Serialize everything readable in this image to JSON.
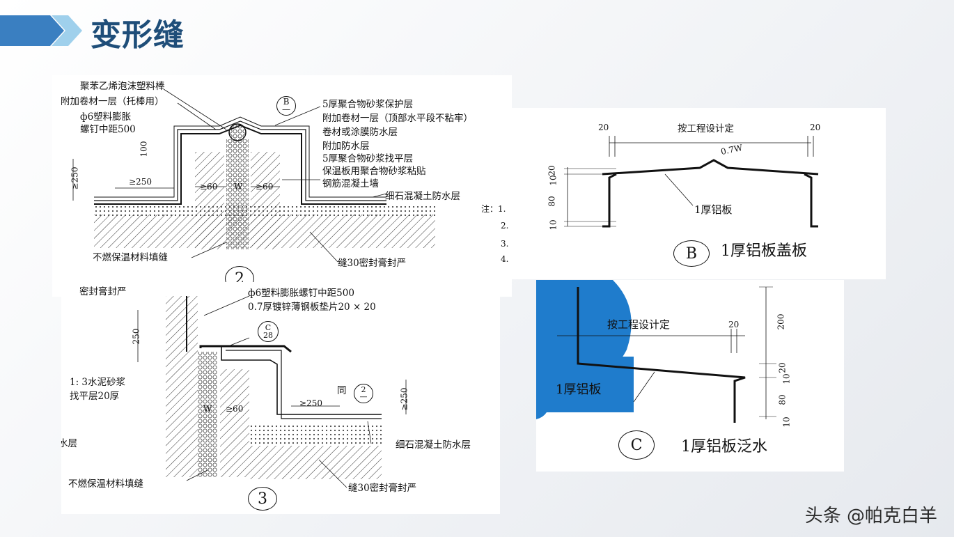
{
  "slide": {
    "title": "变形缝",
    "watermark": "头条 @帕克白羊"
  },
  "detail2": {
    "number": "2",
    "ref_letter": "B",
    "ref_bar": "—",
    "labels": {
      "polystyrene_rod": "聚苯乙烯泡沫塑料棒",
      "additional_membrane": "附加卷材一层（托棒用）",
      "plastic_bolt_a": "ф6塑料膨胀",
      "plastic_bolt_b": "螺钉中距500",
      "mortar_protect": "5厚聚合物砂浆保护层",
      "extra_membrane_top": "附加卷材一层（顶部水平段不粘牢）",
      "membrane_or_coating": "卷材或涂膜防水层",
      "extra_waterproof": "附加防水层",
      "mortar_level": "5厚聚合物砂浆找平层",
      "insulation_bond": "保温板用聚合物砂浆粘贴",
      "rc_wall": "钢筋混凝土墙",
      "fine_concrete": "细石混凝土防水层",
      "noncombust_fill": "不燃保温材料填缝",
      "seal": "缝30密封膏封严",
      "note_head": "注：1.",
      "note2": "2.",
      "note3": "3.",
      "note4": "4."
    },
    "dims": {
      "d100": "100",
      "d250v": "≥250",
      "d250h": "≥250",
      "d60a": "≥60",
      "w": "W",
      "d60b": "≥60"
    }
  },
  "detailB": {
    "letter": "B",
    "caption": "1厚铝板盖板",
    "labels": {
      "per_design": "按工程设计定",
      "aluminum": "1厚铝板",
      "slope": "0.7W"
    },
    "dims": {
      "d20l": "20",
      "d20r": "20",
      "v20": "20",
      "v10a": "10",
      "v80": "80",
      "v10b": "10"
    }
  },
  "detail3": {
    "number": "3",
    "ref_letter": "C",
    "ref_num": "28",
    "ref2_num": "2",
    "ref2_bar": "—",
    "labels": {
      "seal_top": "密封膏封严",
      "plastic_bolt": "ф6塑料膨胀螺钉中距500",
      "galv_plate": "0.7厚镀锌薄钢板垫片20 × 20",
      "cement_mortar_a": "1: 3水泥砂浆",
      "cement_mortar_b": "找平层20厚",
      "same": "同",
      "water_layer": "水层",
      "fine_concrete": "细石混凝土防水层",
      "noncombust_fill": "不燃保温材料填缝",
      "seal": "缝30密封膏封严"
    },
    "dims": {
      "d250v": "250",
      "w": "W",
      "d60": "≥60",
      "d250h": "≥250",
      "d250r": "≥250"
    }
  },
  "detailC": {
    "letter": "C",
    "caption": "1厚铝板泛水",
    "labels": {
      "per_design": "按工程设计定",
      "aluminum": "1厚铝板"
    },
    "dims": {
      "d20": "20",
      "v200": "200",
      "v20": "20",
      "v10a": "10",
      "v80": "80",
      "v10b": "10"
    }
  },
  "colors": {
    "title": "#1f4e79",
    "arrow_dark": "#3a7fc1",
    "arrow_light": "#9fd0ec",
    "blue_blob": "#1f7ccc",
    "light_blue": "#dceaf4"
  }
}
